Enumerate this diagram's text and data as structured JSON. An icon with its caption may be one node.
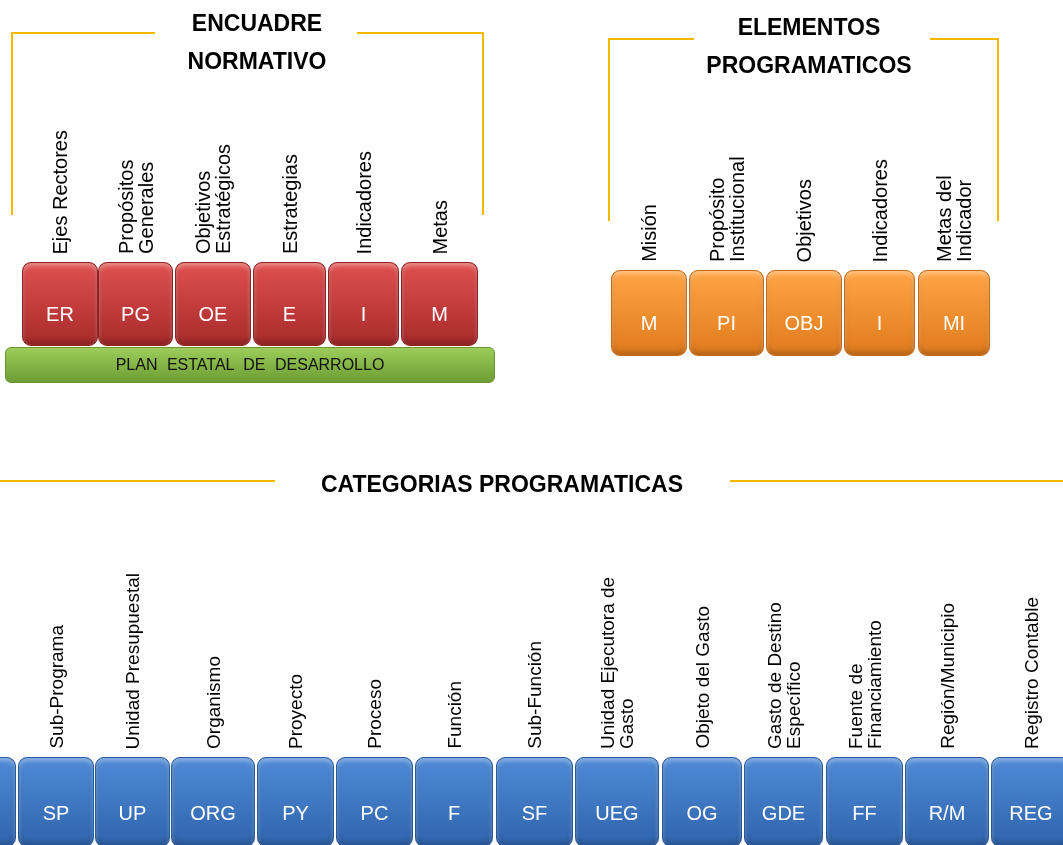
{
  "diagram": {
    "nodes": [
      {
        "text": [
          "ER"
        ],
        "beside": [
          "Ejes Rectores"
        ]
      },
      {
        "text": [
          "PG"
        ],
        "beside": [
          "Propósitos Generales"
        ]
      },
      {
        "text": [
          "OE"
        ],
        "beside": [
          "Objetivos Estratégicos"
        ]
      },
      {
        "text": [
          "E"
        ],
        "beside": [
          "Estrategias"
        ]
      },
      {
        "text": [
          "I"
        ],
        "beside": [
          "Indicadores"
        ]
      },
      {
        "text": [
          "M"
        ],
        "beside": [
          "Metas"
        ]
      },
      {
        "text": [
          "PLAN ESTATAL DE DESARROLLO"
        ]
      },
      {
        "text": [
          "M"
        ],
        "beside": [
          "Misión"
        ]
      },
      {
        "text": [
          "PI"
        ],
        "beside": [
          "Propósito Institucional"
        ]
      },
      {
        "text": [
          "OBJ"
        ],
        "beside": [
          "Objetivos"
        ]
      },
      {
        "text": [
          "I"
        ],
        "beside": [
          "Indicadores"
        ]
      },
      {
        "text": [
          "MI"
        ],
        "beside": [
          "Metas del Indicador"
        ]
      },
      {
        "text": [],
        "shape": "box"
      },
      {
        "text": [
          "SP"
        ],
        "beside": [
          "Sub-Programa"
        ]
      },
      {
        "text": [
          "UP"
        ],
        "beside": [
          "Unidad Presupuestal"
        ]
      },
      {
        "text": [
          "ORG"
        ],
        "beside": [
          "Organismo"
        ]
      },
      {
        "text": [
          "PY"
        ],
        "beside": [
          "Proyecto"
        ]
      },
      {
        "text": [
          "PC"
        ],
        "beside": [
          "Proceso"
        ]
      },
      {
        "text": [
          "F"
        ],
        "beside": [
          "Función"
        ]
      },
      {
        "text": [
          "SF"
        ],
        "beside": [
          "Sub-Función"
        ]
      },
      {
        "text": [
          "UEG"
        ],
        "beside": [
          "Unidad Ejecutora de Gasto"
        ]
      },
      {
        "text": [
          "OG"
        ],
        "beside": [
          "Objeto del Gasto"
        ]
      },
      {
        "text": [
          "GDE"
        ],
        "beside": [
          "Gasto de Destino Específico"
        ]
      },
      {
        "text": [
          "FF"
        ],
        "beside": [
          "Fuente de Financiamiento"
        ]
      },
      {
        "text": [
          "R/M"
        ],
        "beside": [
          "Región/Municipio"
        ]
      },
      {
        "text": [
          "REG"
        ],
        "beside": [
          "Registro Contable"
        ]
      }
    ],
    "labels": [
      "ENCUADRE NORMATIVO",
      "ELEMENTOS PROGRAMATICOS",
      "CATEGORIAS PROGRAMATICAS"
    ]
  }
}
